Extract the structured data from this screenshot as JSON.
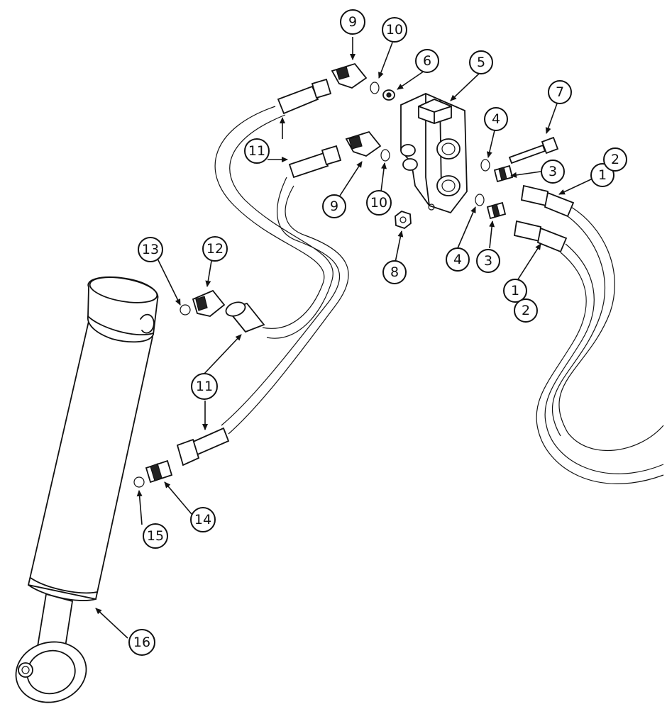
{
  "callouts": {
    "c1a": "1",
    "c2a": "2",
    "c1b": "1",
    "c2b": "2",
    "c3a": "3",
    "c3b": "3",
    "c4a": "4",
    "c4b": "4",
    "c5": "5",
    "c6": "6",
    "c7": "7",
    "c8": "8",
    "c9a": "9",
    "c9b": "9",
    "c10a": "10",
    "c10b": "10",
    "c11a": "11",
    "c11b": "11",
    "c11c": "11",
    "c12": "12",
    "c13": "13",
    "c14": "14",
    "c15": "15",
    "c16": "16"
  }
}
